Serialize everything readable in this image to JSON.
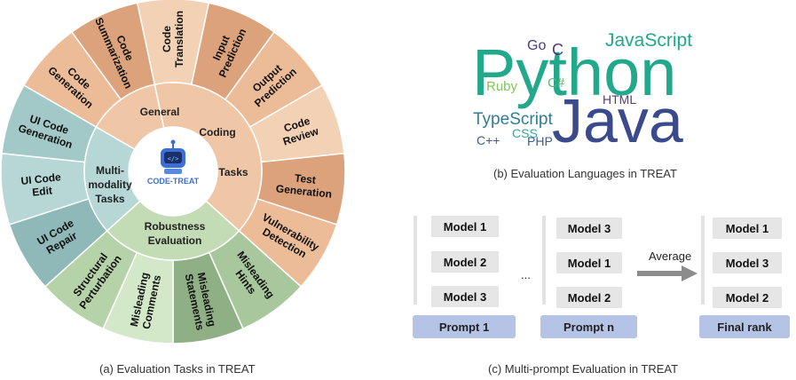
{
  "wheel": {
    "center_logo_text": "CODE-TREAT",
    "categories": [
      {
        "key": "general",
        "lines": [
          "General"
        ]
      },
      {
        "key": "coding",
        "lines": [
          "Coding"
        ]
      },
      {
        "key": "tasks",
        "lines": [
          "Tasks"
        ]
      },
      {
        "key": "multimodality",
        "lines": [
          "Multi-",
          "modality",
          "Tasks"
        ]
      },
      {
        "key": "robustness",
        "lines": [
          "Robustness",
          "Evaluation"
        ]
      }
    ],
    "tasks": [
      {
        "key": "code-translation",
        "lines": [
          "Code",
          "Translation"
        ],
        "color": "#f3d1b5",
        "group": "general"
      },
      {
        "key": "input-prediction",
        "lines": [
          "Input",
          "Prediction"
        ],
        "color": "#dba27b",
        "group": "general"
      },
      {
        "key": "output-prediction",
        "lines": [
          "Output",
          "Prediction"
        ],
        "color": "#ecbc98",
        "group": "general"
      },
      {
        "key": "code-review",
        "lines": [
          "Code",
          "Review"
        ],
        "color": "#f3d1b5",
        "group": "general"
      },
      {
        "key": "test-generation",
        "lines": [
          "Test",
          "Generation"
        ],
        "color": "#dba27b",
        "group": "general"
      },
      {
        "key": "vulnerability-detection",
        "lines": [
          "Vulnerability",
          "Detection"
        ],
        "color": "#ecbc98",
        "group": "general"
      },
      {
        "key": "misleading-hints",
        "lines": [
          "Misleading",
          "Hints"
        ],
        "color": "#a8c79c",
        "group": "robustness"
      },
      {
        "key": "misleading-statements",
        "lines": [
          "Misleading",
          "Statements"
        ],
        "color": "#8fb084",
        "group": "robustness"
      },
      {
        "key": "misleading-comments",
        "lines": [
          "Misleading",
          "Comments"
        ],
        "color": "#d2e8c8",
        "group": "robustness"
      },
      {
        "key": "structural-perturbation",
        "lines": [
          "Structural",
          "Perturbation"
        ],
        "color": "#b6d2a8",
        "group": "robustness"
      },
      {
        "key": "ui-code-repair",
        "lines": [
          "UI Code",
          "Repair"
        ],
        "color": "#8fb8b8",
        "group": "multimodality"
      },
      {
        "key": "ui-code-edit",
        "lines": [
          "UI Code",
          "Edit"
        ],
        "color": "#b7d7d7",
        "group": "multimodality"
      },
      {
        "key": "ui-code-generation",
        "lines": [
          "UI Code",
          "Generation"
        ],
        "color": "#a3c8c8",
        "group": "multimodality"
      },
      {
        "key": "code-generation",
        "lines": [
          "Code",
          "Generation"
        ],
        "color": "#ecbc98",
        "group": "general"
      },
      {
        "key": "code-summarization",
        "lines": [
          "Code",
          "Summarization"
        ],
        "color": "#dba27b",
        "group": "general"
      }
    ]
  },
  "caption_a": "(a) Evaluation Tasks in TREAT",
  "cloud": {
    "caption": "(b) Evaluation Languages in TREAT",
    "words": [
      {
        "text": "Python",
        "color": "#22a88a"
      },
      {
        "text": "Java",
        "color": "#3b4a8c"
      },
      {
        "text": "JavaScript",
        "color": "#22a88a"
      },
      {
        "text": "TypeScript",
        "color": "#2f7d96"
      },
      {
        "text": "Go",
        "color": "#4a3b7a"
      },
      {
        "text": "C",
        "color": "#4a3b7a"
      },
      {
        "text": "C#",
        "color": "#5cb870"
      },
      {
        "text": "Ruby",
        "color": "#7ec85a"
      },
      {
        "text": "HTML",
        "color": "#5a3a78"
      },
      {
        "text": "CSS",
        "color": "#3aa8a0"
      },
      {
        "text": "C++",
        "color": "#3f5a96"
      },
      {
        "text": "PHP",
        "color": "#3f5a96"
      }
    ]
  },
  "multiprompt": {
    "caption": "(c) Multi-prompt Evaluation in TREAT",
    "ellipsis": "...",
    "average_label": "Average",
    "columns": [
      {
        "models": [
          "Model 1",
          "Model 2",
          "Model 3"
        ],
        "prompt": "Prompt 1"
      },
      {
        "models": [
          "Model 3",
          "Model 1",
          "Model 2"
        ],
        "prompt": "Prompt n"
      },
      {
        "models": [
          "Model 1",
          "Model 3",
          "Model 2"
        ],
        "prompt": "Final rank"
      }
    ]
  }
}
